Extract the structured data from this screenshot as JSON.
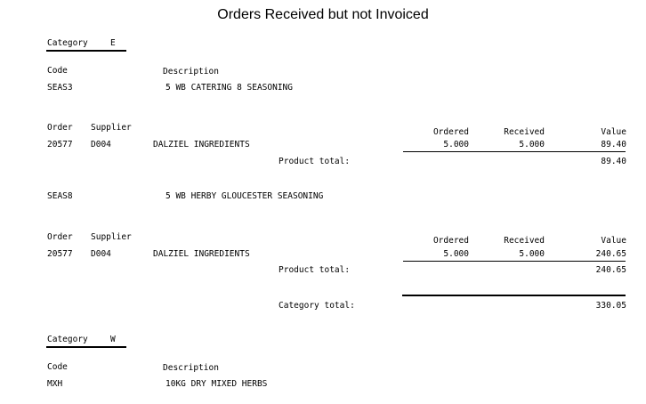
{
  "report": {
    "title": "Orders Received but not Invoiced"
  },
  "labels": {
    "category": "Category",
    "code": "Code",
    "description": "Description",
    "order": "Order",
    "supplier": "Supplier",
    "ordered": "Ordered",
    "received": "Received",
    "value": "Value",
    "product_total": "Product total:",
    "category_total": "Category total:"
  },
  "categories": [
    {
      "code": "E",
      "products": [
        {
          "code": "SEAS3",
          "description": "5 WB CATERING 8 SEASONING",
          "line": {
            "order": "20577",
            "supplier": "D004",
            "supplier_name": "DALZIEL INGREDIENTS",
            "ordered": "5.000",
            "received": "5.000",
            "value": "89.40"
          },
          "total": "89.40"
        },
        {
          "code": "SEAS8",
          "description": "5 WB HERBY GLOUCESTER SEASONING",
          "line": {
            "order": "20577",
            "supplier": "D004",
            "supplier_name": "DALZIEL INGREDIENTS",
            "ordered": "5.000",
            "received": "5.000",
            "value": "240.65"
          },
          "total": "240.65"
        }
      ],
      "total": "330.05"
    },
    {
      "code": "W",
      "products": [
        {
          "code": "MXH",
          "description": "10KG DRY MIXED HERBS"
        }
      ]
    }
  ]
}
